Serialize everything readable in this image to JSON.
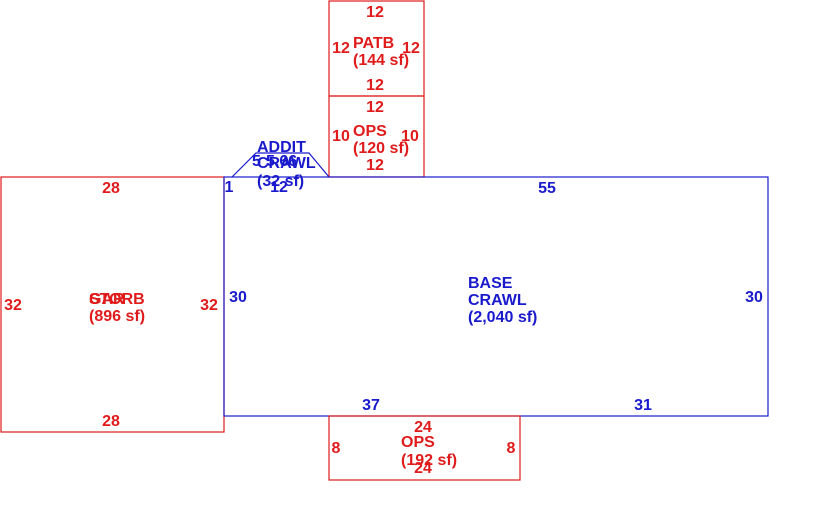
{
  "colors": {
    "red": "#e01b1b",
    "blue": "#1a1acd"
  },
  "patb": {
    "name": "PATB",
    "area": "(144 sf)",
    "top": "12",
    "left": "12",
    "right": "12",
    "bottom": "12"
  },
  "ops_top": {
    "name": "OPS",
    "area": "(120 sf)",
    "top": "12",
    "left": "10",
    "right": "10",
    "bottom": "12"
  },
  "addit": {
    "name": "ADDIT",
    "sub": "CRAWL",
    "area": "(32 sf)",
    "side_a": "5",
    "side_b": "5.66",
    "bottom": "12",
    "edge": "1"
  },
  "garage": {
    "name1": "GAR",
    "name2": "STORB",
    "area": "(896 sf)",
    "top": "28",
    "left": "32",
    "right": "32",
    "bottom": "28"
  },
  "base": {
    "name": "BASE",
    "sub": "CRAWL",
    "area": "(2,040 sf)",
    "top": "55",
    "left": "30",
    "right": "30",
    "bottom_left": "37",
    "bottom_right": "31"
  },
  "ops_bottom": {
    "name": "OPS",
    "area": "(192 sf)",
    "top": "24",
    "left": "8",
    "right": "8",
    "bottom": "24"
  }
}
